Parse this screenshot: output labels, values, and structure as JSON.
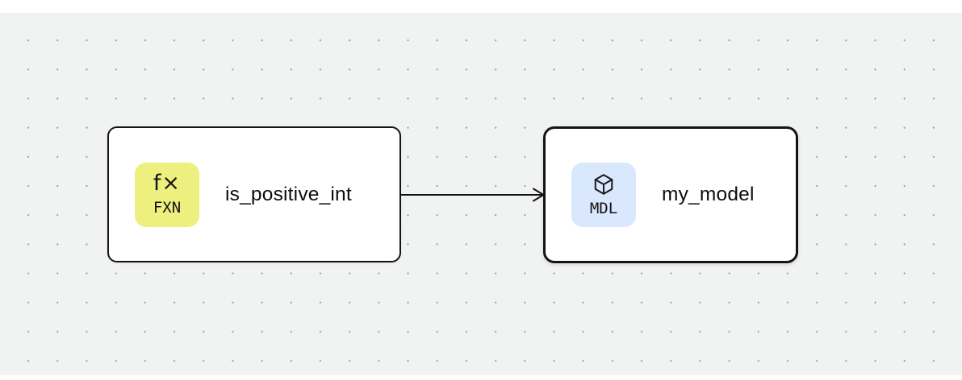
{
  "canvas": {
    "page_background": "#ffffff",
    "canvas_background": "#f1f2f2",
    "dot_color": "#9f9f9f"
  },
  "nodes": [
    {
      "type": "function",
      "label": "is_positive_int",
      "selected": false,
      "badge": {
        "icon": "fx-function-icon",
        "glyph": "f×",
        "text": "FXN",
        "color": "#edf07e"
      }
    },
    {
      "type": "model",
      "label": "my_model",
      "selected": true,
      "badge": {
        "icon": "cube-icon",
        "text": "MDL",
        "color": "#d9e8fc"
      }
    }
  ],
  "edges": [
    {
      "from": "is_positive_int",
      "to": "my_model",
      "color": "#111111",
      "style": "straight-arrow"
    }
  ]
}
